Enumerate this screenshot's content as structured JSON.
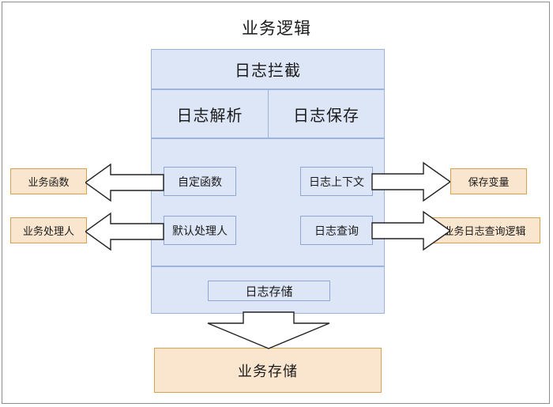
{
  "diagram": {
    "title": "业务逻辑",
    "colors": {
      "blue_fill": "#dde6f7",
      "blue_border": "#9cb3db",
      "inner_blue_border": "#8fa8d3",
      "orange_fill": "#fae6cf",
      "orange_border": "#d5a24f",
      "arrow_stroke": "#222222",
      "arrow_fill": "#ffffff",
      "frame_border": "#8d8d8d",
      "text": "#1a1a1a"
    },
    "blue_panel": {
      "header": "日志拦截",
      "row": [
        {
          "label": "日志解析"
        },
        {
          "label": "日志保存"
        }
      ],
      "inner_boxes": [
        {
          "key": "custom_func",
          "label": "自定函数"
        },
        {
          "key": "default_handler",
          "label": "默认处理人"
        },
        {
          "key": "log_context",
          "label": "日志上下文"
        },
        {
          "key": "log_query",
          "label": "日志查询"
        }
      ],
      "storage_box": "日志存储"
    },
    "left_boxes": [
      {
        "key": "biz_func",
        "label": "业务函数"
      },
      {
        "key": "biz_handler",
        "label": "业务处理人"
      }
    ],
    "right_boxes": [
      {
        "key": "save_var",
        "label": "保存变量"
      },
      {
        "key": "biz_log_logic",
        "label": "业务日志查询逻辑"
      }
    ],
    "bottom_box": {
      "key": "biz_storage",
      "label": "业务存储"
    },
    "arrows": [
      {
        "key": "arrow-left-1",
        "direction": "left",
        "from": "自定函数",
        "to": "业务函数"
      },
      {
        "key": "arrow-left-2",
        "direction": "left",
        "from": "默认处理人",
        "to": "业务处理人"
      },
      {
        "key": "arrow-right-1",
        "direction": "right",
        "from": "日志上下文",
        "to": "保存变量"
      },
      {
        "key": "arrow-right-2",
        "direction": "right",
        "from": "日志查询",
        "to": "业务日志查询逻辑"
      },
      {
        "key": "arrow-down",
        "direction": "down",
        "from": "日志存储",
        "to": "业务存储"
      }
    ]
  }
}
